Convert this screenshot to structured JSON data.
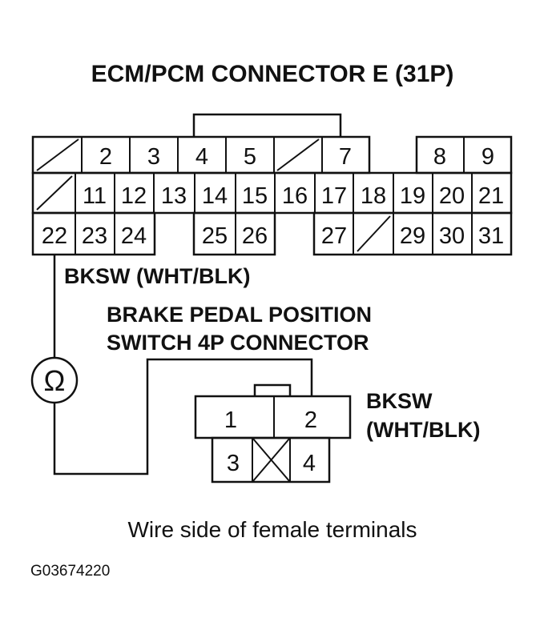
{
  "title": "ECM/PCM CONNECTOR E (31P)",
  "ecm_label": "BKSW (WHT/BLK)",
  "switch_title_line1": "BRAKE PEDAL POSITION",
  "switch_title_line2": "SWITCH 4P CONNECTOR",
  "bksw_label_line1": "BKSW",
  "bksw_label_line2": "(WHT/BLK)",
  "ohm_symbol": "Ω",
  "caption": "Wire side of female terminals",
  "figure_id": "G03674220",
  "ecm_pins": [
    "2",
    "3",
    "4",
    "5",
    "7",
    "8",
    "9",
    "11",
    "12",
    "13",
    "14",
    "15",
    "16",
    "17",
    "18",
    "19",
    "20",
    "21",
    "22",
    "23",
    "24",
    "25",
    "26",
    "27",
    "29",
    "30",
    "31"
  ],
  "switch_pins": [
    "1",
    "2",
    "3",
    "4"
  ]
}
